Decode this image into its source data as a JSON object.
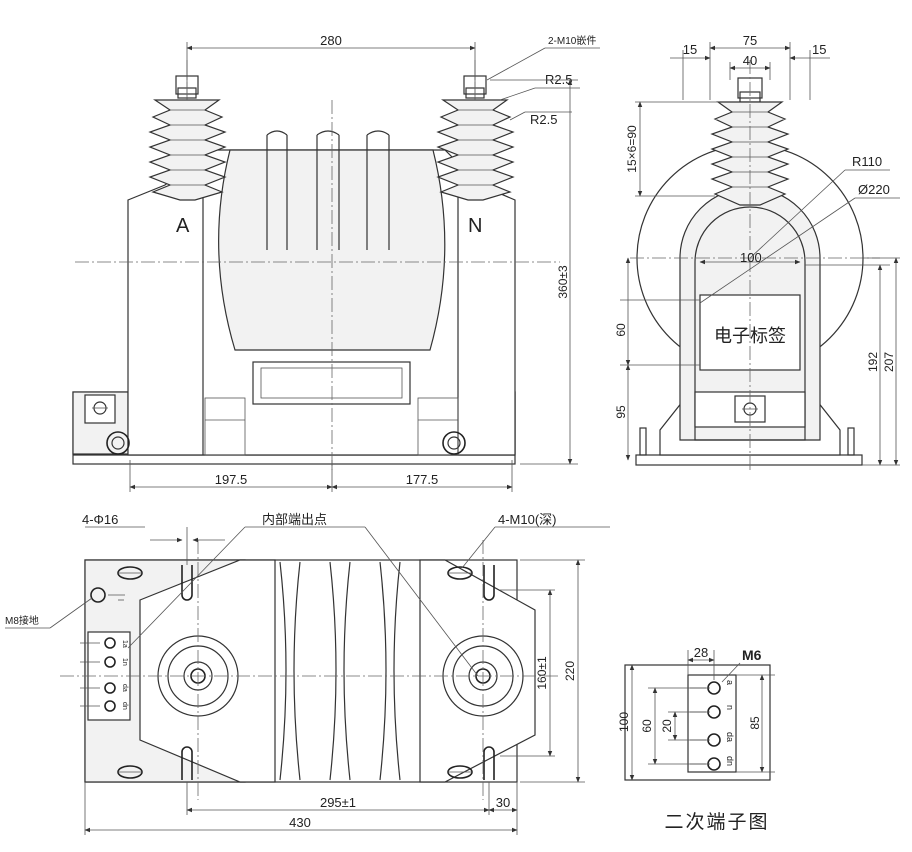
{
  "front_view": {
    "dim_top": "280",
    "insert_note": "2-M10嵌件",
    "radius_1": "R2.5",
    "radius_2": "R2.5",
    "height": "360±3",
    "phase_a": "A",
    "phase_n": "N",
    "dim_left": "197.5",
    "dim_right": "177.5"
  },
  "side_view": {
    "dim_15_left": "15",
    "dim_75": "75",
    "dim_40": "40",
    "dim_15_right": "15",
    "sheds": "15×6=90",
    "radius": "R110",
    "diameter": "Ø220",
    "dim_100": "100",
    "dim_60": "60",
    "label": "电子标签",
    "dim_95": "95",
    "dim_192": "192",
    "dim_207": "207"
  },
  "top_view": {
    "hole_note": "4-Φ16",
    "inner_terminal_note": "内部端出点",
    "bolt_note": "4-M10(深)",
    "ground_note": "M8接地",
    "dim_220": "220",
    "dim_160": "160±1",
    "dim_295": "295±1",
    "dim_30": "30",
    "dim_430": "430",
    "terminal_labels": [
      "1a",
      "1n",
      "da",
      "dn"
    ]
  },
  "terminal_view": {
    "dim_28": "28",
    "thread": "M6",
    "dim_100": "100",
    "dim_60": "60",
    "dim_20": "20",
    "dim_85": "85",
    "terminal_labels": [
      "a",
      "n",
      "da",
      "dn"
    ],
    "caption": "二次端子图"
  }
}
